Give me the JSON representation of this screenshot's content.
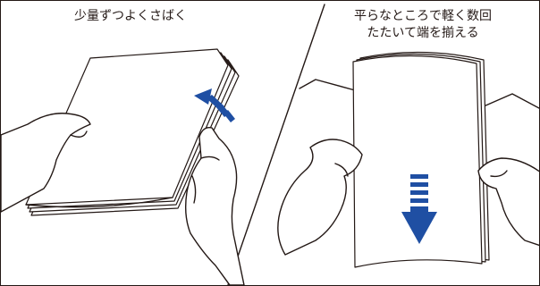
{
  "steps": [
    {
      "caption_lines": [
        "少量ずつよくさばく"
      ],
      "arrow_direction": "toward-paper-edge"
    },
    {
      "caption_lines": [
        "平らなところで軽く数回",
        "たたいて端を揃える"
      ],
      "arrow_direction": "down"
    }
  ],
  "colors": {
    "arrow": "#1f4fa3",
    "line": "#231815",
    "background": "#ffffff"
  }
}
